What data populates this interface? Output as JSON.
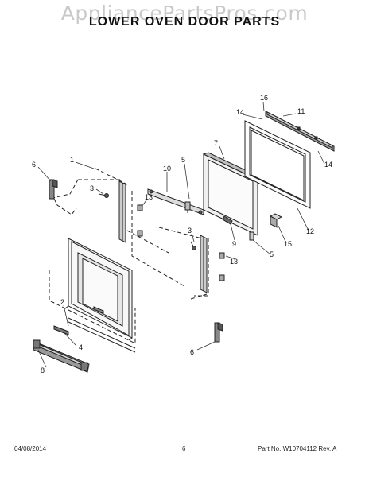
{
  "header": {
    "watermark": "AppliancePartsPros.com",
    "title": "LOWER OVEN DOOR PARTS"
  },
  "callouts": [
    "16",
    "14",
    "11",
    "7",
    "6",
    "1",
    "5",
    "10",
    "3",
    "13",
    "14",
    "12",
    "3",
    "9",
    "15",
    "13",
    "5",
    "2",
    "4",
    "6",
    "8"
  ],
  "footer": {
    "date": "04/08/2014",
    "page": "6",
    "part_number": "Part No. W10704112  Rev. A"
  }
}
